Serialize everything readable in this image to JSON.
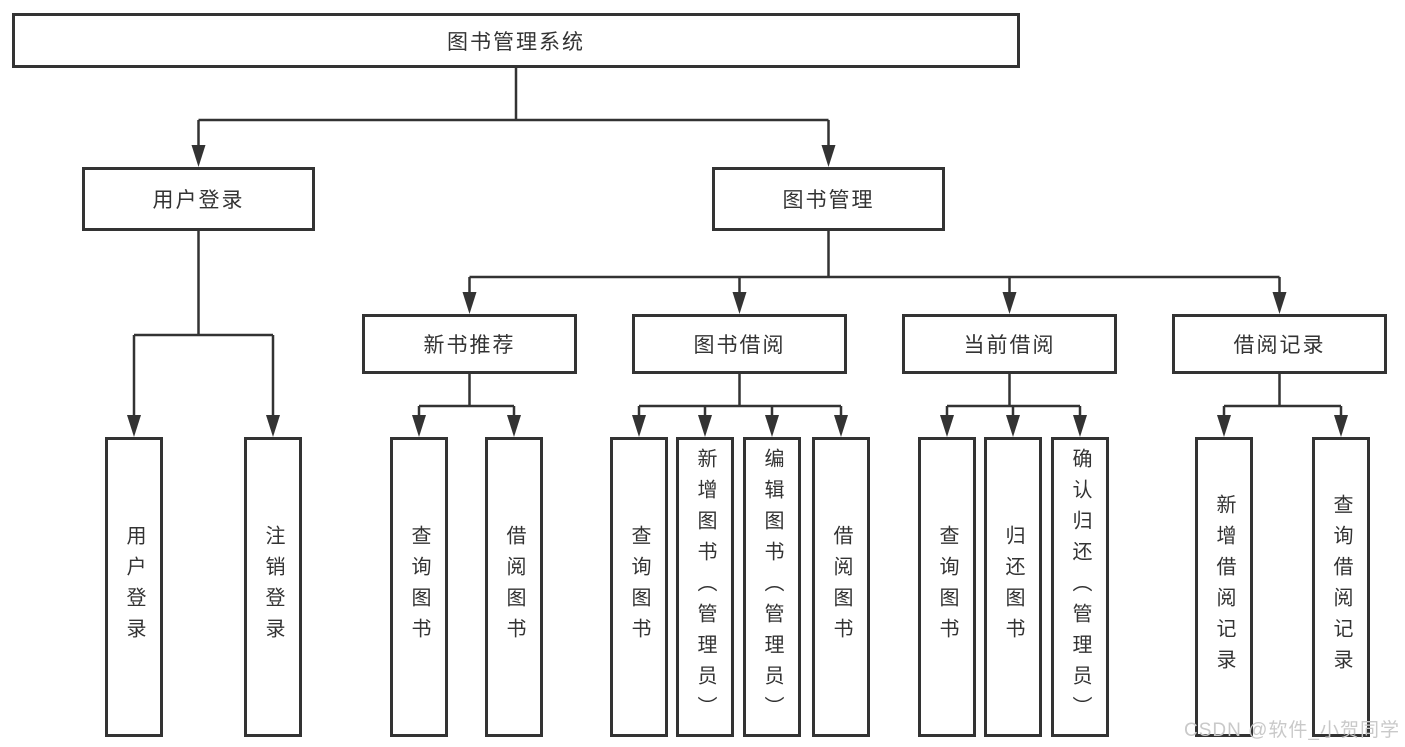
{
  "diagram": {
    "root": {
      "label": "图书管理系统"
    },
    "level1": [
      {
        "label": "用户登录",
        "leaves": [
          "用户登录",
          "注销登录"
        ]
      },
      {
        "label": "图书管理"
      }
    ],
    "level2": [
      {
        "label": "新书推荐",
        "leaves": [
          "查询图书",
          "借阅图书"
        ]
      },
      {
        "label": "图书借阅",
        "leaves": [
          "查询图书",
          "新增图书（管理员）",
          "编辑图书（管理员）",
          "借阅图书"
        ]
      },
      {
        "label": "当前借阅",
        "leaves": [
          "查询图书",
          "归还图书",
          "确认归还（管理员）"
        ]
      },
      {
        "label": "借阅记录",
        "leaves": [
          "新增借阅记录",
          "查询借阅记录"
        ]
      }
    ]
  },
  "watermark": {
    "text": "CSDN @软件_小贺同学",
    "color": "#c9c9c9"
  },
  "colors": {
    "line": "#333333",
    "box_background": "#ffffff",
    "text": "#333333"
  }
}
